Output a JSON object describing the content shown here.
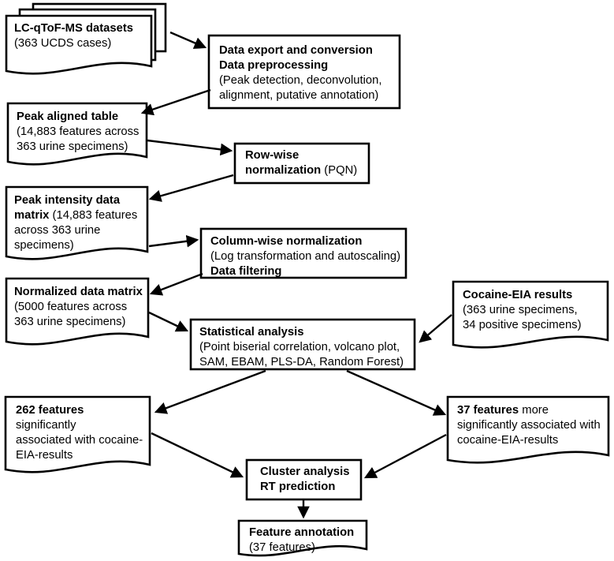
{
  "colors": {
    "background": "#ffffff",
    "shape_fill": "#ffffff",
    "stroke": "#000000",
    "text": "#000000"
  },
  "nodes": {
    "datasets": {
      "title": "LC-qToF-MS datasets",
      "detail": "(363 UCDS cases)"
    },
    "export": {
      "title": "Data export and conversion",
      "title2": "Data preprocessing",
      "detail": "(Peak detection, deconvolution,\nalignment, putative annotation)"
    },
    "peak_aligned": {
      "title": "Peak aligned table",
      "detail": "(14,883 features across\n363 urine specimens)"
    },
    "rowwise": {
      "title": "Row-wise\nnormalization",
      "detail": " (PQN)"
    },
    "peak_intensity": {
      "title": "Peak intensity data\nmatrix",
      "detail": " (14,883 features\nacross 363 urine\nspecimens)"
    },
    "colwise": {
      "title": "Column-wise normalization",
      "detail": "(Log transformation and autoscaling)",
      "title2": "Data filtering"
    },
    "normalized": {
      "title": "Normalized data matrix",
      "detail": "(5000 features across\n363 urine specimens)"
    },
    "statistical": {
      "title": "Statistical analysis",
      "detail": "(Point biserial correlation, volcano plot,\nSAM, EBAM, PLS-DA, Random Forest)"
    },
    "cocaine": {
      "title": "Cocaine-EIA results",
      "detail": "(363 urine specimens,\n34 positive specimens)"
    },
    "f262": {
      "title": "262 features",
      "detail": "significantly\nassociated with cocaine-\nEIA-results"
    },
    "f37": {
      "title": "37 features",
      "detail": " more\nsignificantly associated with\ncocaine-EIA-results"
    },
    "cluster": {
      "title": "Cluster analysis",
      "title2": "RT prediction"
    },
    "annotation": {
      "title": "Feature annotation",
      "detail": "(37 features)"
    }
  }
}
